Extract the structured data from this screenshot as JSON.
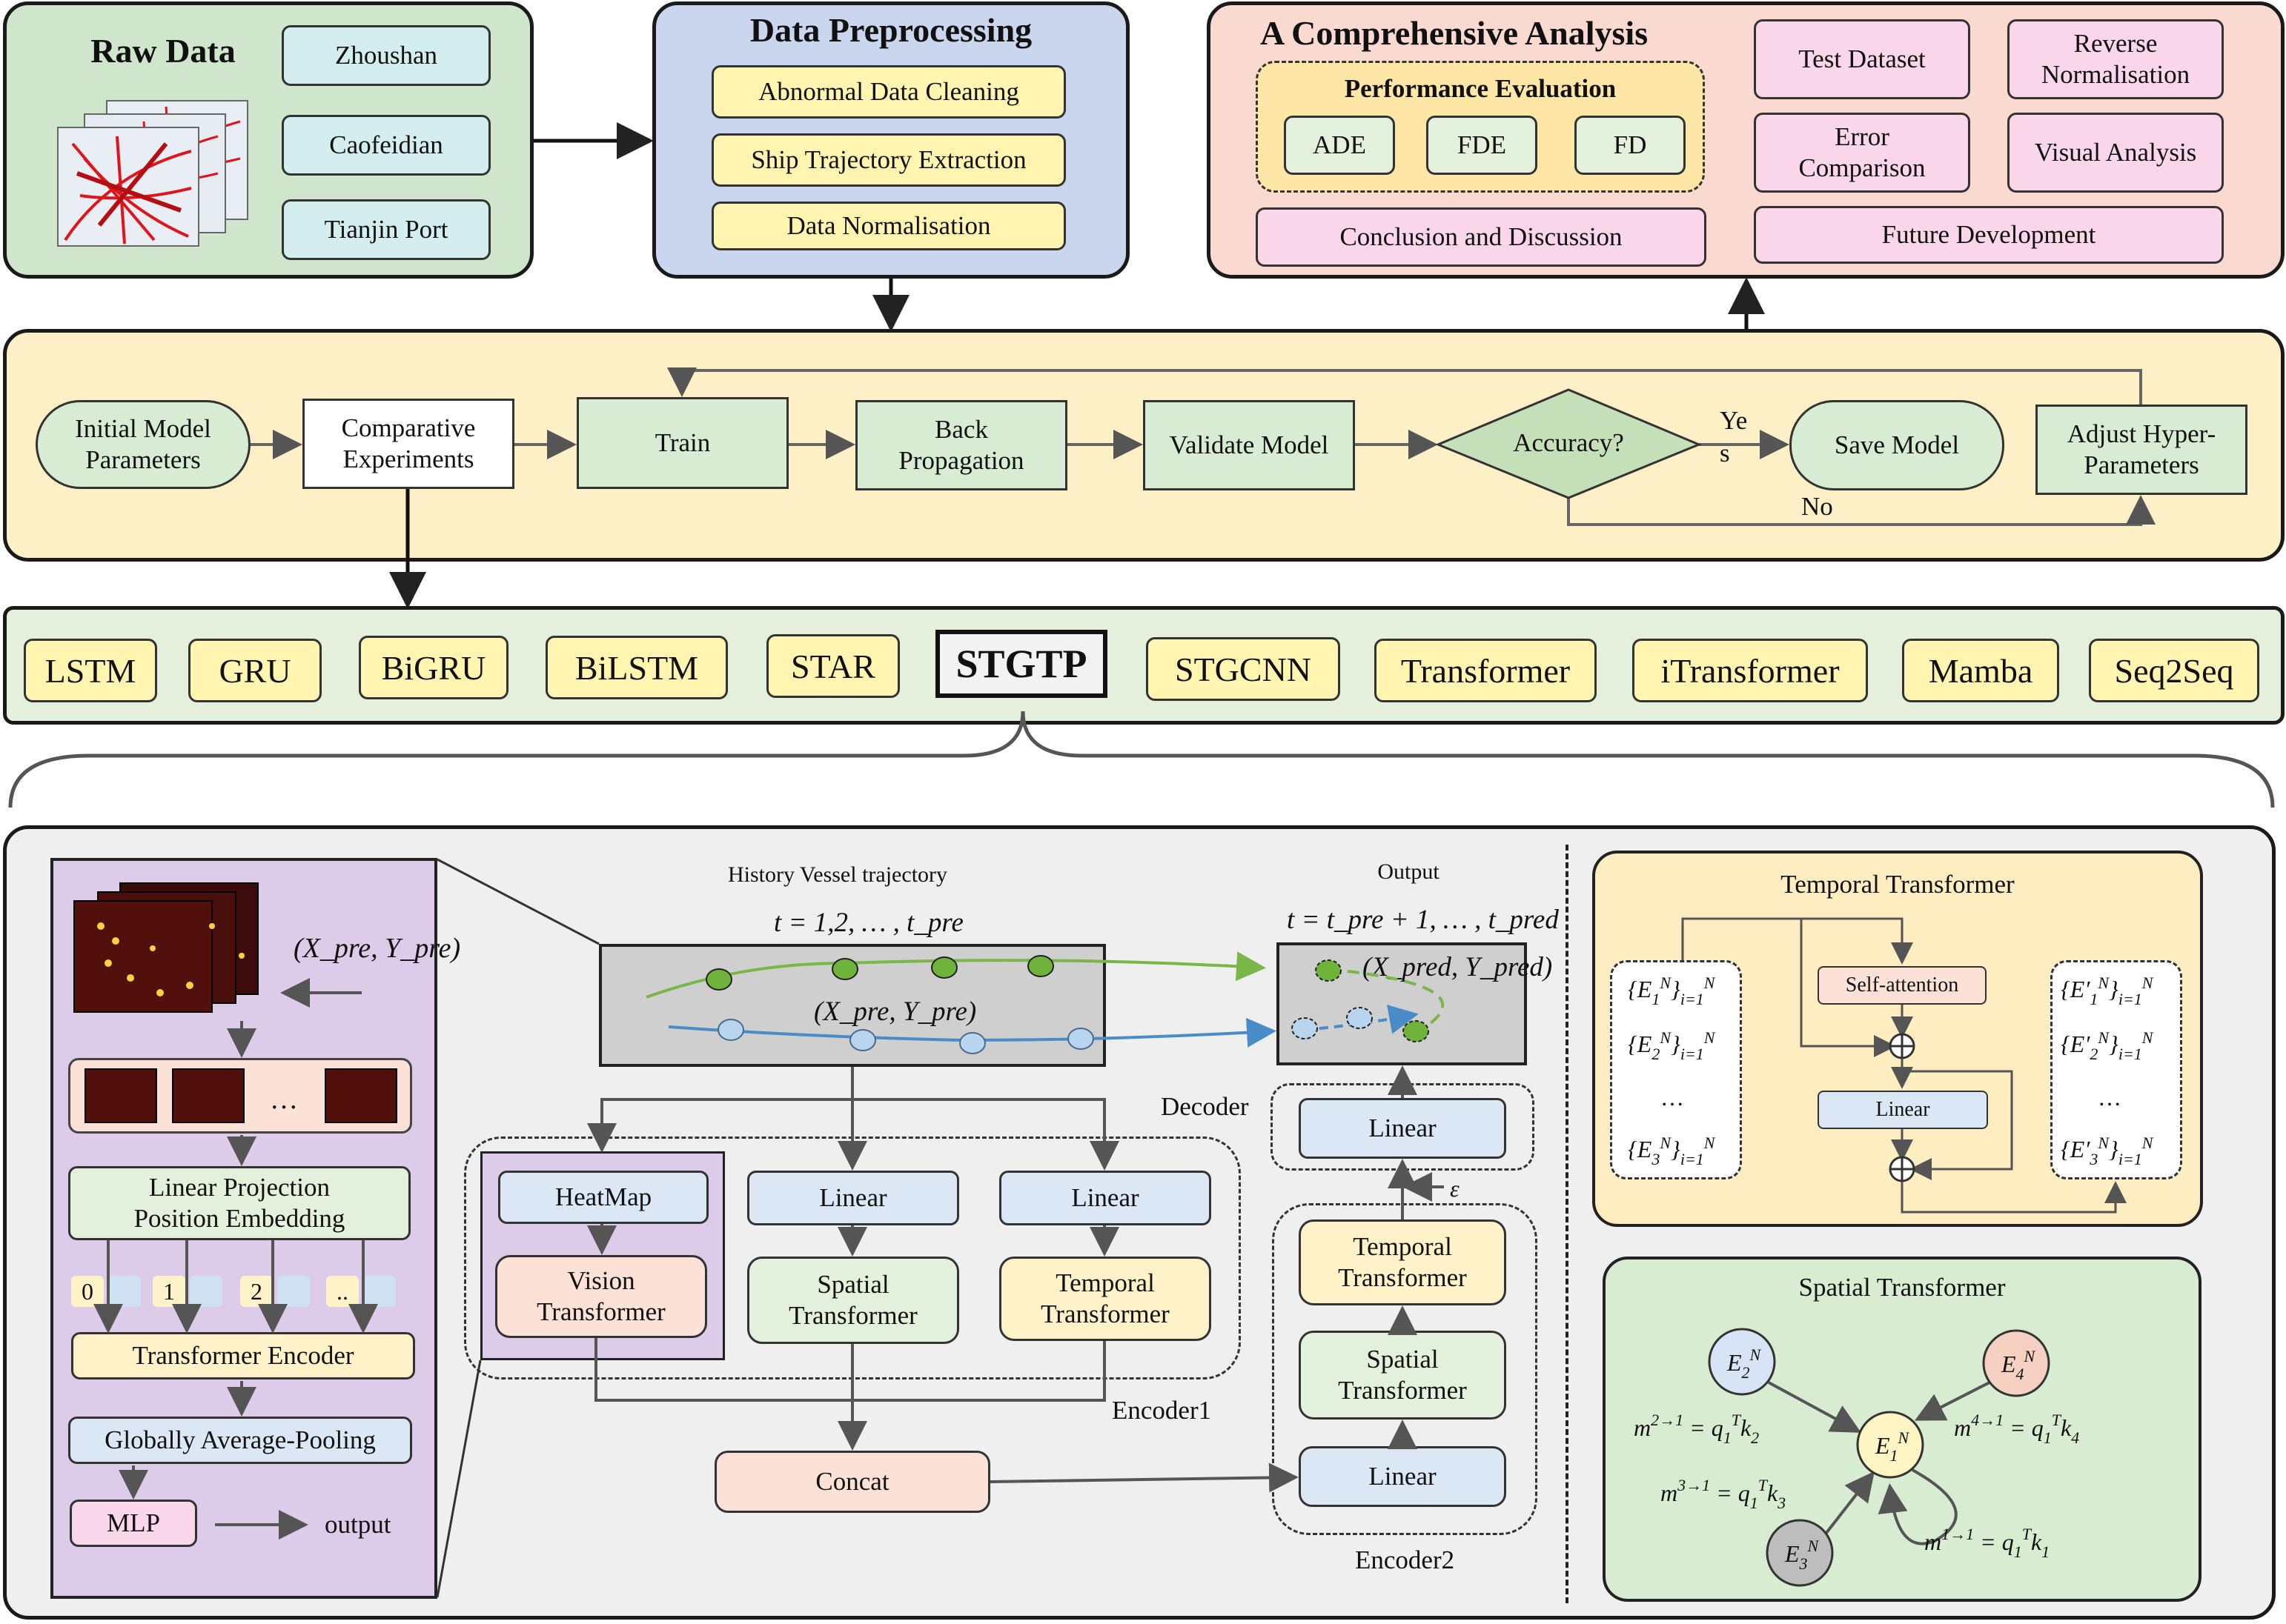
{
  "raw_data": {
    "title": "Raw Data",
    "ports": [
      "Zhoushan",
      "Caofeidian",
      "Tianjin Port"
    ]
  },
  "preprocessing": {
    "title": "Data Preprocessing",
    "steps": [
      "Abnormal Data Cleaning",
      "Ship Trajectory Extraction",
      "Data Normalisation"
    ]
  },
  "analysis": {
    "title": "A Comprehensive Analysis",
    "performance_title": "Performance Evaluation",
    "metrics": [
      "ADE",
      "FDE",
      "FD"
    ],
    "conclusion": "Conclusion and Discussion",
    "test_dataset": "Test Dataset",
    "reverse_norm_1": "Reverse",
    "reverse_norm_2": "Normalisation",
    "error_comp_1": "Error",
    "error_comp_2": "Comparison",
    "visual": "Visual Analysis",
    "future": "Future Development"
  },
  "training": {
    "initial_1": "Initial Model",
    "initial_2": "Parameters",
    "comparative_1": "Comparative",
    "comparative_2": "Experiments",
    "train": "Train",
    "backprop_1": "Back",
    "backprop_2": "Propagation",
    "validate": "Validate Model",
    "accuracy": "Accuracy?",
    "yes_1": "Ye",
    "yes_2": "s",
    "no": "No",
    "save": "Save Model",
    "adjust_1": "Adjust Hyper-",
    "adjust_2": "Parameters"
  },
  "models": [
    "LSTM",
    "GRU",
    "BiGRU",
    "BiLSTM",
    "STAR",
    "STGTP",
    "STGCNN",
    "Transformer",
    "iTransformer",
    "Mamba",
    "Seq2Seq"
  ],
  "vit": {
    "input_label": "(X_pre, Y_pre)",
    "dots": "…",
    "linear_proj_1": "Linear Projection",
    "linear_proj_2": "Position Embedding",
    "tokens": [
      "0",
      "1",
      "2",
      ".."
    ],
    "encoder": "Transformer Encoder",
    "pooling": "Globally Average-Pooling",
    "mlp": "MLP",
    "output": "output"
  },
  "pipeline": {
    "history_title": "History Vessel trajectory",
    "history_time": "t = 1,2, … , t_pre",
    "history_label": "(X_pre, Y_pre)",
    "output_title": "Output",
    "output_time": "t = t_pre + 1, … , t_pred",
    "output_label": "(X_pred, Y_pred)",
    "decoder": "Decoder",
    "heatmap": "HeatMap",
    "vision_1": "Vision",
    "vision_2": "Transformer",
    "linear": "Linear",
    "spatial_1": "Spatial",
    "spatial_2": "Transformer",
    "temporal_1": "Temporal",
    "temporal_2": "Transformer",
    "encoder1": "Encoder1",
    "encoder2": "Encoder2",
    "concat": "Concat",
    "epsilon": "ε"
  },
  "temporal_transformer": {
    "title": "Temporal Transformer",
    "self_attention": "Self-attention",
    "linear": "Linear"
  },
  "spatial_transformer": {
    "title": "Spatial Transformer"
  }
}
